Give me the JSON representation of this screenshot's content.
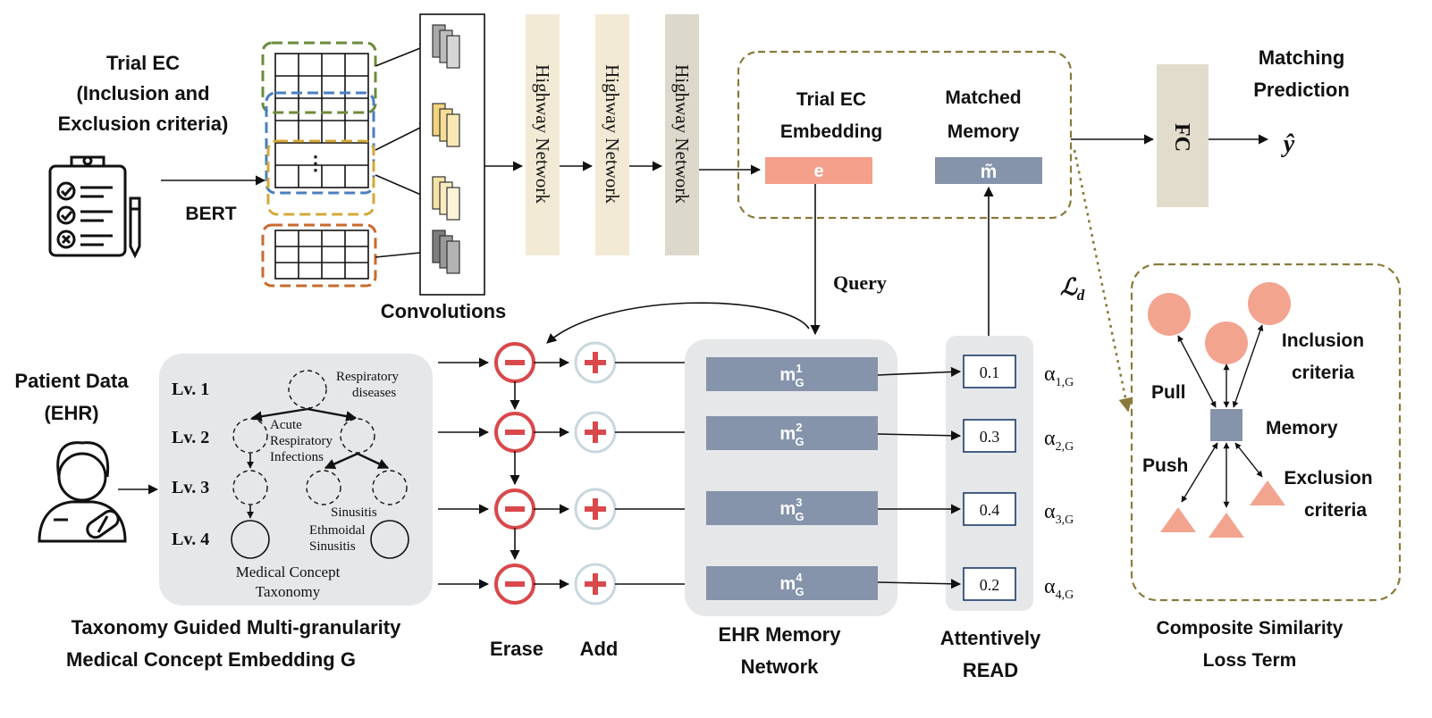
{
  "trial": {
    "title_lines": [
      "Trial EC",
      "(Inclusion and",
      "Exclusion criteria)"
    ],
    "bert_label": "BERT"
  },
  "convolutions_label": "Convolutions",
  "highway_label": "Highway Network",
  "embedding_box": {
    "trial_ec_lines": [
      "Trial EC",
      "Embedding"
    ],
    "e_label": "e",
    "matched_lines": [
      "Matched",
      "Memory"
    ],
    "m_label": "m̃"
  },
  "fc_label": "FC",
  "prediction": {
    "lines": [
      "Matching",
      "Prediction"
    ],
    "yhat": "ŷ"
  },
  "query_label": "Query",
  "loss_label": "ℒ",
  "loss_sub": "d",
  "patient": {
    "lines": [
      "Patient Data",
      "(EHR)"
    ]
  },
  "taxonomy": {
    "levels": [
      "Lv. 1",
      "Lv. 2",
      "Lv. 3",
      "Lv. 4"
    ],
    "resp_lines": [
      "Respiratory",
      "diseases"
    ],
    "acute_lines": [
      "Acute",
      "Respiratory",
      "Infections"
    ],
    "sinusitis": "Sinusitis",
    "ethmoidal_lines": [
      "Ethmoidal",
      "Sinusitis"
    ],
    "caption_lines": [
      "Medical Concept",
      "Taxonomy"
    ]
  },
  "bottom_left_caption": [
    "Taxonomy Guided Multi-granularity",
    "Medical Concept Embedding G"
  ],
  "erase_label": "Erase",
  "add_label": "Add",
  "memory": {
    "slots": [
      {
        "m": "m",
        "sup": "1",
        "sub": "G",
        "weight": "0.1",
        "alpha": "α",
        "alpha_sub": "1,G"
      },
      {
        "m": "m",
        "sup": "2",
        "sub": "G",
        "weight": "0.3",
        "alpha": "α",
        "alpha_sub": "2,G"
      },
      {
        "m": "m",
        "sup": "3",
        "sub": "G",
        "weight": "0.4",
        "alpha": "α",
        "alpha_sub": "3,G"
      },
      {
        "m": "m",
        "sup": "4",
        "sub": "G",
        "weight": "0.2",
        "alpha": "α",
        "alpha_sub": "4,G"
      }
    ],
    "caption_lines": [
      "EHR Memory",
      "Network"
    ]
  },
  "read_caption_lines": [
    "Attentively",
    "READ"
  ],
  "similarity": {
    "pull": "Pull",
    "push": "Push",
    "memory": "Memory",
    "inclusion_lines": [
      "Inclusion",
      "criteria"
    ],
    "exclusion_lines": [
      "Exclusion",
      "criteria"
    ],
    "caption_lines": [
      "Composite Similarity",
      "Loss Term"
    ]
  },
  "colors": {
    "embedding_e": "#f4a08b",
    "memory_slot": "#8593ab",
    "highway_1": "#f3ead5",
    "highway_3": "#ddd8cc",
    "fc": "#e2dccd",
    "panel_gray": "#e6e7e9",
    "erase_red": "#d9484b",
    "add_ring": "#c8d8de",
    "node_salmon": "#f2a48f",
    "olive_dash": "#8a7a3a",
    "dash_green": "#6b8b3c",
    "dash_blue": "#4a7fc0",
    "dash_gold": "#d4a939",
    "dash_orange": "#c86a2c"
  }
}
